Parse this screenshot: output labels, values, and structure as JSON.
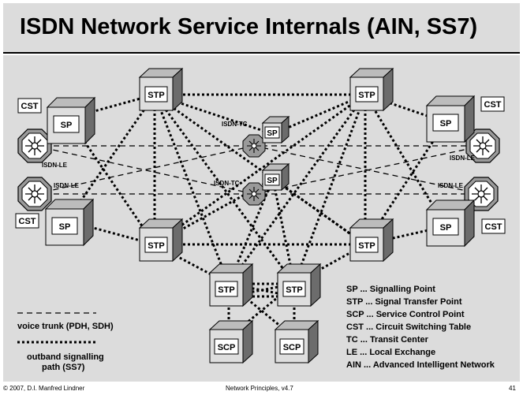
{
  "title": "ISDN Network Service Internals (AIN, SS7)",
  "nodes": {
    "stp": "STP",
    "sp": "SP",
    "scp": "SCP",
    "cst": "CST",
    "isdn_le": "ISDN-LE",
    "isdn_tc": "ISDN-TC",
    "isdn_tc2": "ISDN-TC"
  },
  "legend": {
    "voice_trunk": "voice trunk (PDH, SDH)",
    "signalling_line1": "outband signalling",
    "signalling_line2": "path (SS7)"
  },
  "abbreviations": [
    "SP ... Signalling Point",
    "STP ... Signal Transfer Point",
    "SCP ... Service Control Point",
    "CST ... Circuit Switching Table",
    "TC ... Transit Center",
    "LE ... Local Exchange",
    "AIN ... Advanced Intelligent Network"
  ],
  "footer": {
    "copyright": "© 2007, D.I. Manfred Lindner",
    "course": "Network Principles, v4.7",
    "page": "41"
  }
}
